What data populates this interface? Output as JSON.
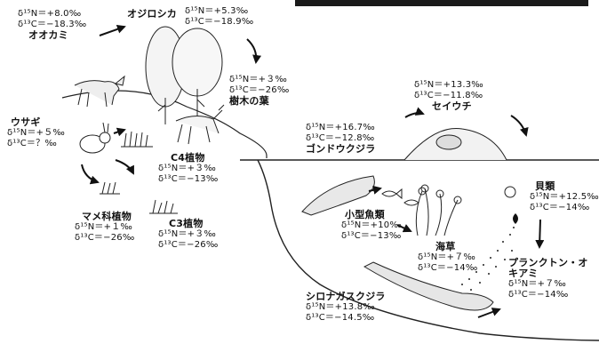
{
  "organisms": {
    "okami": {
      "name": "オオカミ",
      "n": "δ¹⁵N＝+8.0‰",
      "c": "δ¹³C＝−18.3‰"
    },
    "ojiroshika": {
      "name": "オジロシカ",
      "n": "δ¹⁵N＝+5.3‰",
      "c": "δ¹³C＝−18.9‰"
    },
    "juki": {
      "name": "樹木の葉",
      "n": "δ¹⁵N＝+３‰",
      "c": "δ¹³C＝−26‰"
    },
    "usagi": {
      "name": "ウサギ",
      "n": "δ¹⁵N＝+５‰",
      "c": "δ¹³C＝？‰"
    },
    "c4": {
      "name": "C4植物",
      "n": "δ¹⁵N＝+３‰",
      "c": "δ¹³C＝−13‰"
    },
    "mame": {
      "name": "マメ科植物",
      "n": "δ¹⁵N＝+１‰",
      "c": "δ¹³C＝−26‰"
    },
    "c3": {
      "name": "C3植物",
      "n": "δ¹⁵N＝+３‰",
      "c": "δ¹³C＝−26‰"
    },
    "seiuchi": {
      "name": "セイウチ",
      "n": "δ¹⁵N＝+13.3‰",
      "c": "δ¹³C＝−11.8‰"
    },
    "gondou": {
      "name": "ゴンドウクジラ",
      "n": "δ¹⁵N＝+16.7‰",
      "c": "δ¹³C＝−12.8‰"
    },
    "kogata": {
      "name": "小型魚類",
      "n": "δ¹⁵N＝+10‰",
      "c": "δ¹³C＝−13‰"
    },
    "kaiso": {
      "name": "海草",
      "n": "δ¹⁵N＝+７‰",
      "c": "δ¹³C＝−14‰"
    },
    "kairui": {
      "name": "貝類",
      "n": "δ¹⁵N＝+12.5‰",
      "c": "δ¹³C＝−14‰"
    },
    "plankton": {
      "name": "プランクトン・オキアミ",
      "n": "δ¹⁵N＝+７‰",
      "c": "δ¹³C＝−14‰"
    },
    "shironagasu": {
      "name": "シロナガスクジラ",
      "n": "δ¹⁵N＝+13.8‰",
      "c": "δ¹³C＝−14.5‰"
    }
  }
}
